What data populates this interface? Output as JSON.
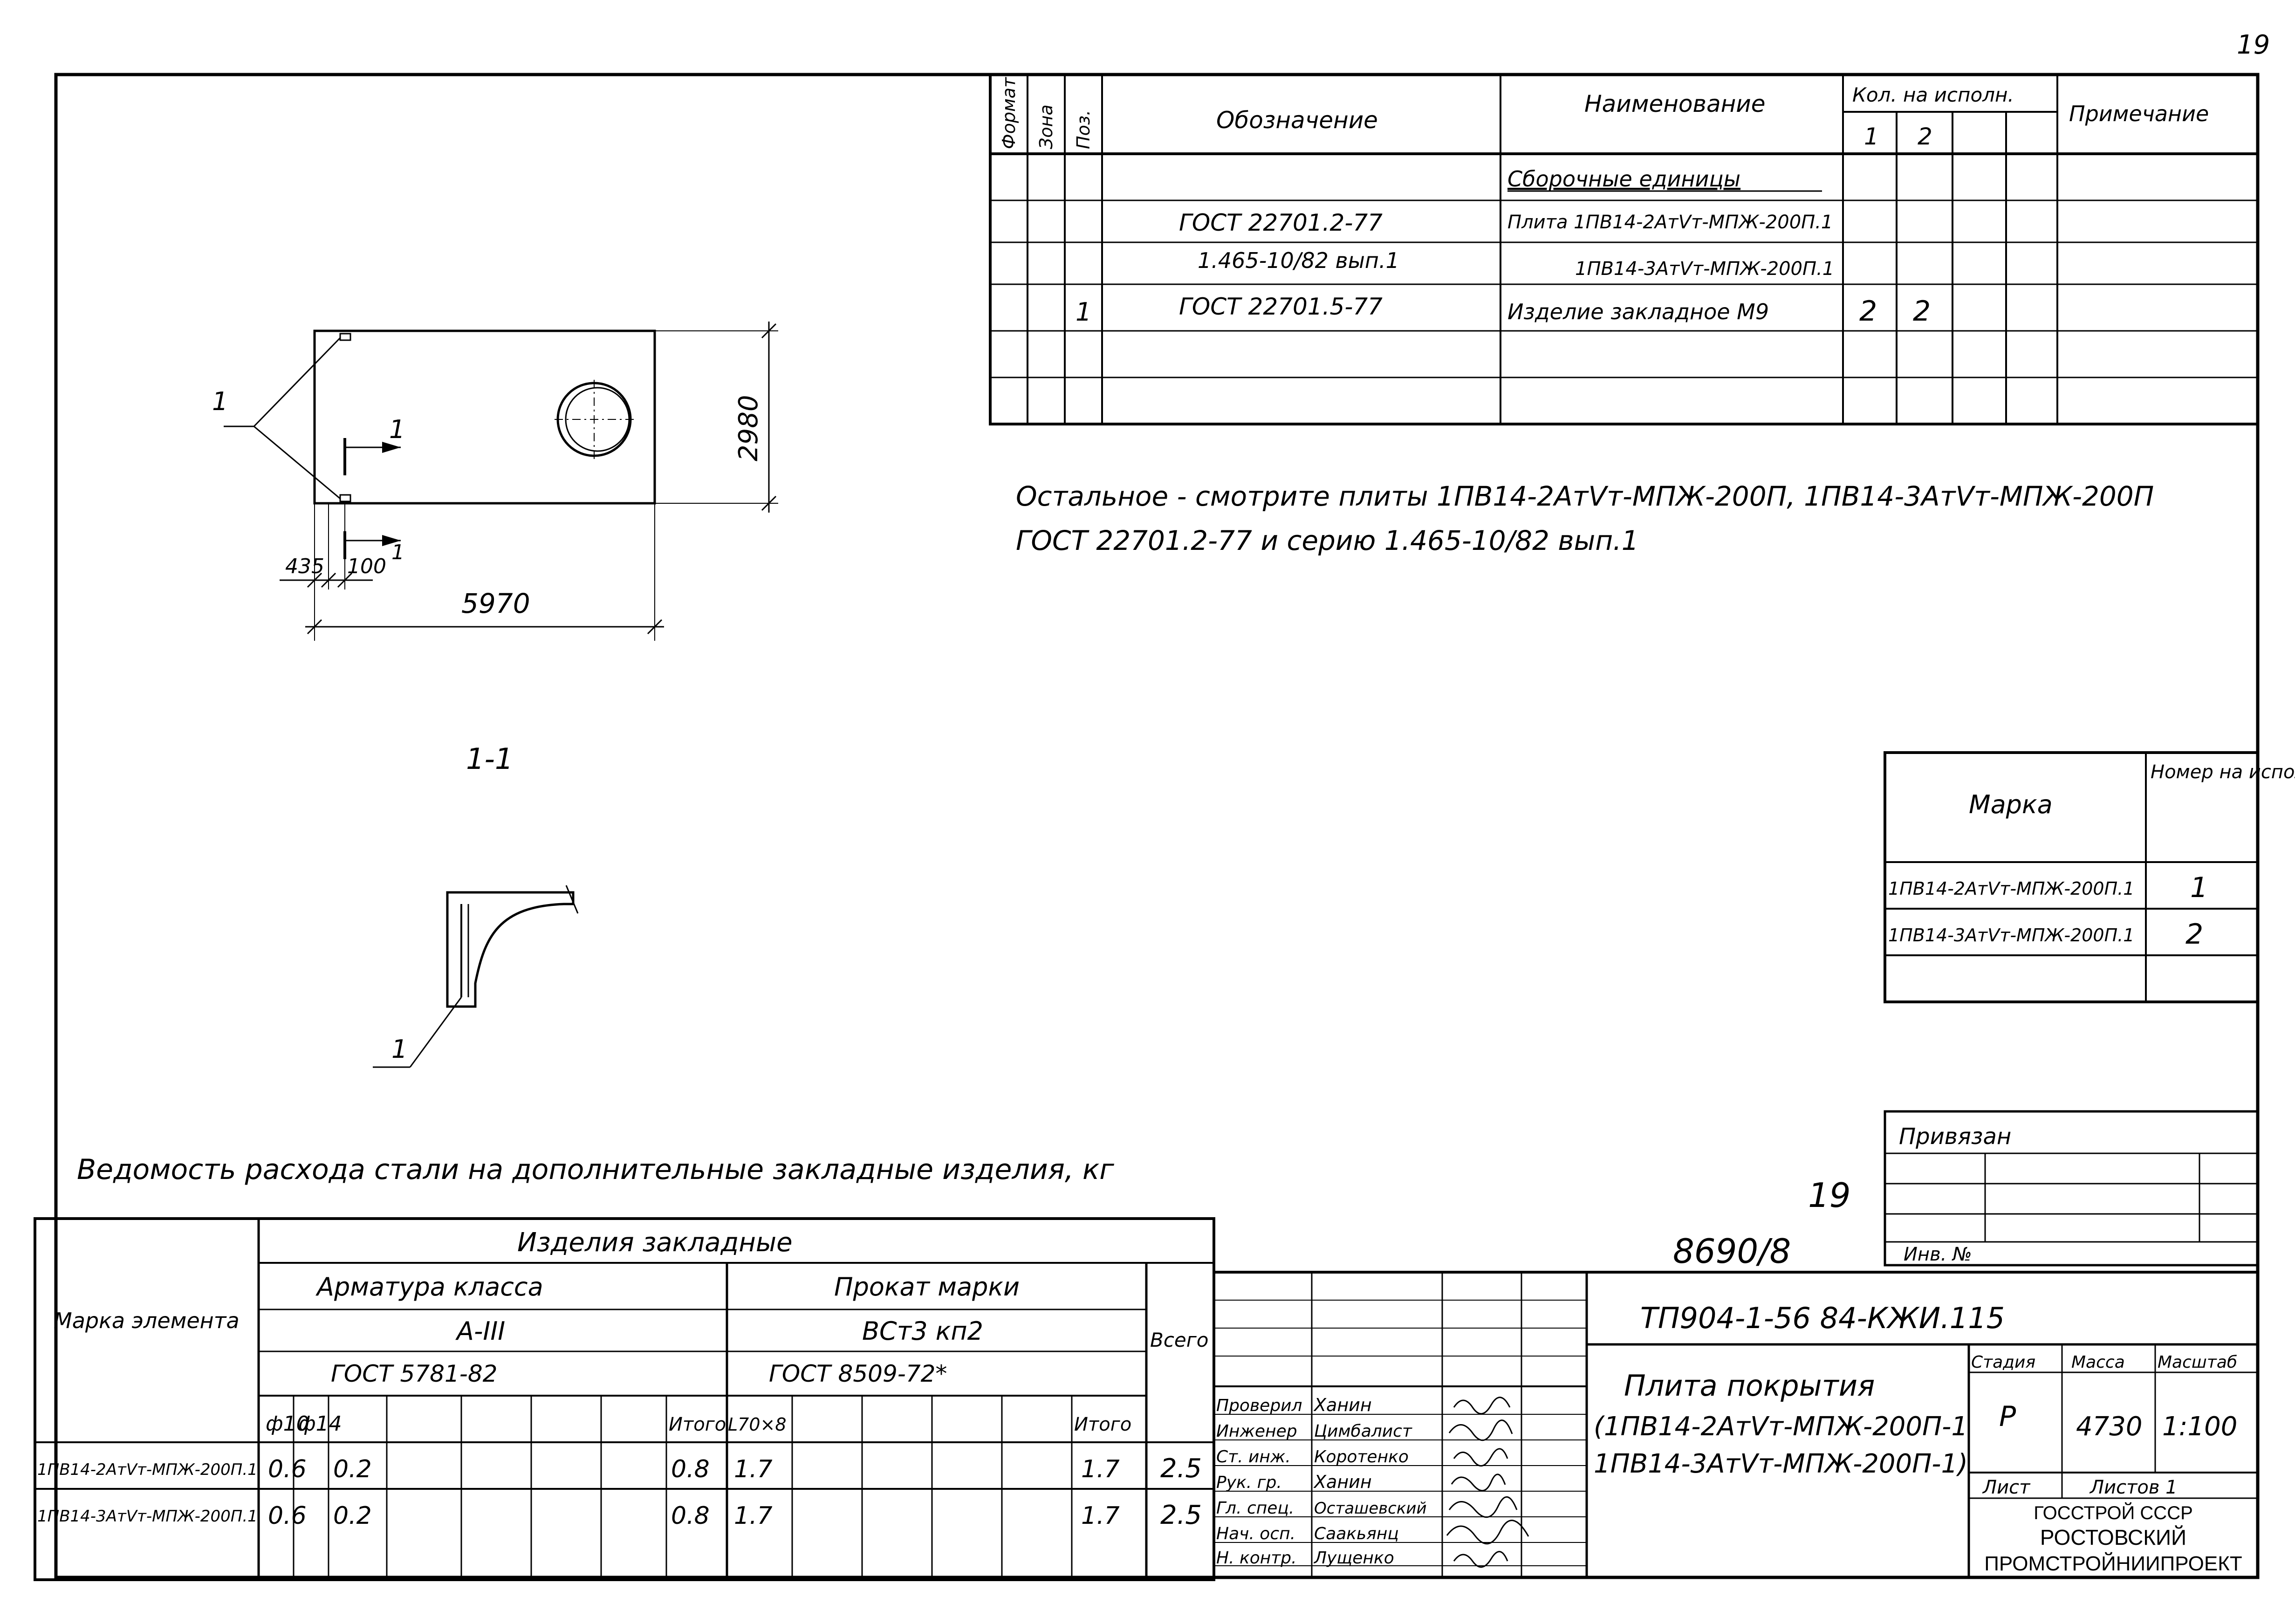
{
  "page": {
    "number": "19"
  },
  "spec": {
    "headers": {
      "format": "Формат",
      "zone": "Зона",
      "pos": "Поз.",
      "designation": "Обозначение",
      "name": "Наименование",
      "qty": "Кол. на исполн.",
      "qty1": "1",
      "qty2": "2",
      "note": "Примечание"
    },
    "section": "Сборочные единицы",
    "rows": [
      {
        "pos": "",
        "designation": "ГОСТ 22701.2-77",
        "name": "Плита 1ПВ14-2АтVт-МПЖ-200П.1",
        "q1": "",
        "q2": ""
      },
      {
        "pos": "",
        "designation": "1.465-10/82 вып.1",
        "name": "1ПВ14-3АтVт-МПЖ-200П.1",
        "q1": "",
        "q2": ""
      },
      {
        "pos": "1",
        "designation": "ГОСТ 22701.5-77",
        "name": "Изделие закладное М9",
        "q1": "2",
        "q2": "2"
      }
    ]
  },
  "note": {
    "line1": "Остальное - смотрите плиты 1ПВ14-2АтVт-МПЖ-200П, 1ПВ14-3АтVт-МПЖ-200П",
    "line2": "ГОСТ 22701.2-77 и серию 1.465-10/82 вып.1"
  },
  "plan": {
    "leader": "1",
    "arrow_label": "1",
    "dim_height": "2980",
    "dim_width": "5970",
    "dim_a": "435",
    "dim_b": "100"
  },
  "section_view": {
    "title": "1-1",
    "leader": "1"
  },
  "marks_table": {
    "head_mark": "Марка",
    "head_num": "Номер на исполн.",
    "rows": [
      {
        "mark": "1ПВ14-2АтVт-МПЖ-200П.1",
        "num": "1"
      },
      {
        "mark": "1ПВ14-3АтVт-МПЖ-200П.1",
        "num": "2"
      }
    ]
  },
  "steel": {
    "title": "Ведомость расхода стали на дополнительные закладные изделия, кг",
    "mark_header": "Марка элемента",
    "group": "Изделия закладные",
    "rebar": "Арматура класса",
    "rebar_class": "А-III",
    "rebar_gost": "ГОСТ 5781-82",
    "rolled": "Прокат марки",
    "rolled_grade": "ВСт3 кп2",
    "rolled_gost": "ГОСТ 8509-72*",
    "total": "Всего",
    "sub": {
      "d10": "ф10",
      "d14": "ф14",
      "itogo1": "Итого",
      "l70": "L70×8",
      "itogo2": "Итого"
    },
    "rows": [
      {
        "mark": "1ПВ14-2АтVт-МПЖ-200П.1",
        "d10": "0.6",
        "d14": "0.2",
        "it1": "0.8",
        "l70": "1.7",
        "it2": "1.7",
        "total": "2.5"
      },
      {
        "mark": "1ПВ14-3АтVт-МПЖ-200П.1",
        "d10": "0.6",
        "d14": "0.2",
        "it1": "0.8",
        "l70": "1.7",
        "it2": "1.7",
        "total": "2.5"
      }
    ]
  },
  "stamp": {
    "sheet_small": "19",
    "archive": "8690/8",
    "privyazan": "Привязан",
    "inv": "Инв. №",
    "code": "ТП904-1-56 84-КЖИ.115",
    "title1": "Плита покрытия",
    "title2": "(1ПВ14-2АтVт-МПЖ-200П-1",
    "title3": "1ПВ14-3АтVт-МПЖ-200П-1)",
    "stage_h": "Стадия",
    "mass_h": "Масса",
    "scale_h": "Масштаб",
    "stage": "Р",
    "mass": "4730",
    "scale": "1:100",
    "sheet_h": "Лист",
    "sheets_h": "Листов 1",
    "org1": "ГОССТРОЙ СССР",
    "org2": "РОСТОВСКИЙ",
    "org3": "ПРОМСТРОЙНИИПРОЕКТ",
    "people": [
      {
        "role": "Проверил",
        "name": "Ханин"
      },
      {
        "role": "Инженер",
        "name": "Цимбалист"
      },
      {
        "role": "Ст. инж.",
        "name": "Коротенко"
      },
      {
        "role": "Рук. гр.",
        "name": "Ханин"
      },
      {
        "role": "Гл. спец.",
        "name": "Осташевский"
      },
      {
        "role": "Нач. осп.",
        "name": "Саакьянц"
      },
      {
        "role": "Н. контр.",
        "name": "Лущенко"
      }
    ]
  }
}
